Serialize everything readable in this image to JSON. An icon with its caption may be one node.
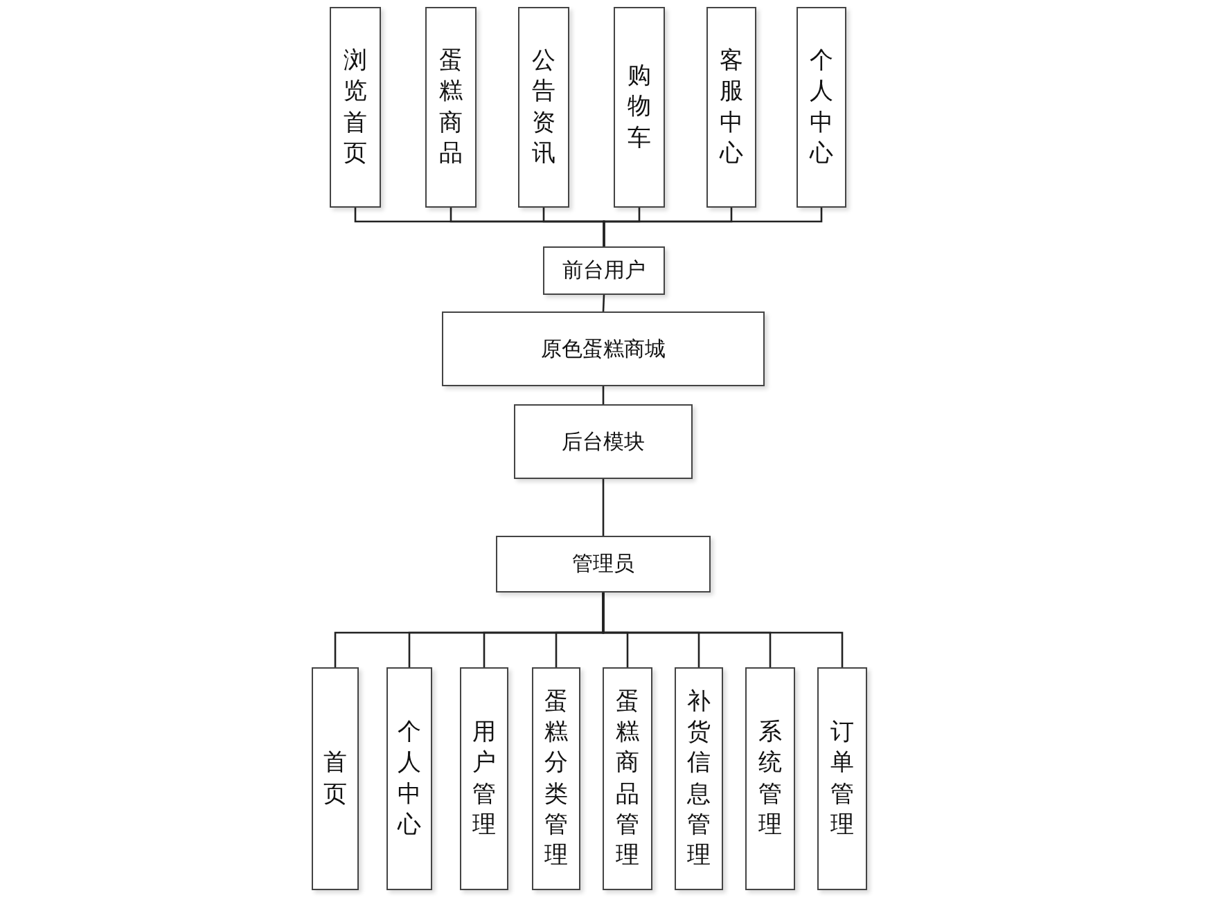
{
  "diagram": {
    "nodes": [
      {
        "text": [
          "浏览首页"
        ]
      },
      {
        "text": [
          "蛋糕商品"
        ]
      },
      {
        "text": [
          "公告资讯"
        ]
      },
      {
        "text": [
          "购物车"
        ]
      },
      {
        "text": [
          "客服中心"
        ]
      },
      {
        "text": [
          "个人中心"
        ]
      },
      {
        "text": [
          "前台用户"
        ]
      },
      {
        "text": [
          "原色蛋糕商城"
        ]
      },
      {
        "text": [
          "后台模块"
        ]
      },
      {
        "text": [
          "管理员"
        ]
      },
      {
        "text": [
          "首页"
        ]
      },
      {
        "text": [
          "个人中心"
        ]
      },
      {
        "text": [
          "用户管理"
        ]
      },
      {
        "text": [
          "蛋糕分类管理"
        ]
      },
      {
        "text": [
          "蛋糕商品管理"
        ]
      },
      {
        "text": [
          "补货信息管理"
        ]
      },
      {
        "text": [
          "系统管理"
        ]
      },
      {
        "text": [
          "订单管理"
        ]
      }
    ],
    "edges": [
      {
        "from": 0,
        "to": 6,
        "arrow": "none"
      },
      {
        "from": 1,
        "to": 6,
        "arrow": "none"
      },
      {
        "from": 2,
        "to": 6,
        "arrow": "none"
      },
      {
        "from": 3,
        "to": 6,
        "arrow": "none"
      },
      {
        "from": 4,
        "to": 6,
        "arrow": "none"
      },
      {
        "from": 5,
        "to": 6,
        "arrow": "none"
      },
      {
        "from": 6,
        "to": 7,
        "arrow": "none"
      },
      {
        "from": 7,
        "to": 8,
        "arrow": "none"
      },
      {
        "from": 8,
        "to": 9,
        "arrow": "none"
      },
      {
        "from": 9,
        "to": 10,
        "arrow": "none"
      },
      {
        "from": 9,
        "to": 11,
        "arrow": "none"
      },
      {
        "from": 9,
        "to": 12,
        "arrow": "none"
      },
      {
        "from": 9,
        "to": 13,
        "arrow": "none"
      },
      {
        "from": 9,
        "to": 14,
        "arrow": "none"
      },
      {
        "from": 9,
        "to": 15,
        "arrow": "none"
      },
      {
        "from": 9,
        "to": 16,
        "arrow": "none"
      },
      {
        "from": 9,
        "to": 17,
        "arrow": "none"
      }
    ]
  }
}
